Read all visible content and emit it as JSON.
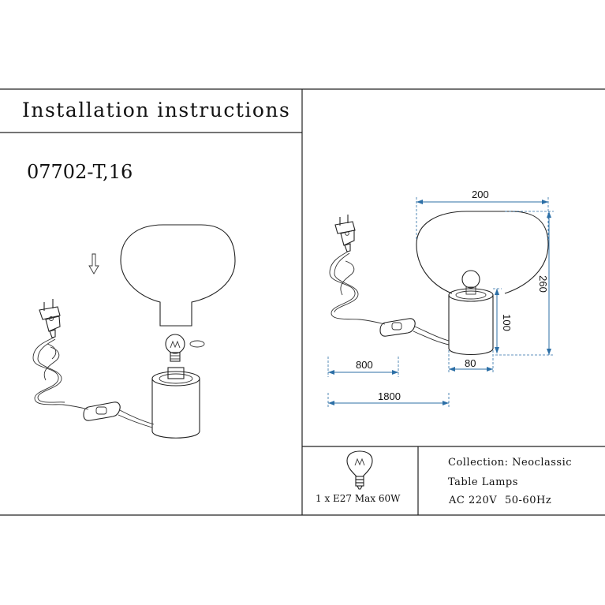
{
  "header": {
    "title": "Installation instructions",
    "model": "07702-T,16"
  },
  "dimensions": {
    "width": "200",
    "height": "260",
    "base_height": "100",
    "base_width": "80",
    "cable_to_switch": "800",
    "cable_total": "1800"
  },
  "bulb_spec": "1 x E27 Max 60W",
  "specs": {
    "collection": "Collection: Neoclassic",
    "category": "Table Lamps",
    "voltage": "AC 220V",
    "frequency": "50-60Hz"
  },
  "colors": {
    "dimension_lines": "#2c6fa6",
    "drawing": "#222222"
  }
}
